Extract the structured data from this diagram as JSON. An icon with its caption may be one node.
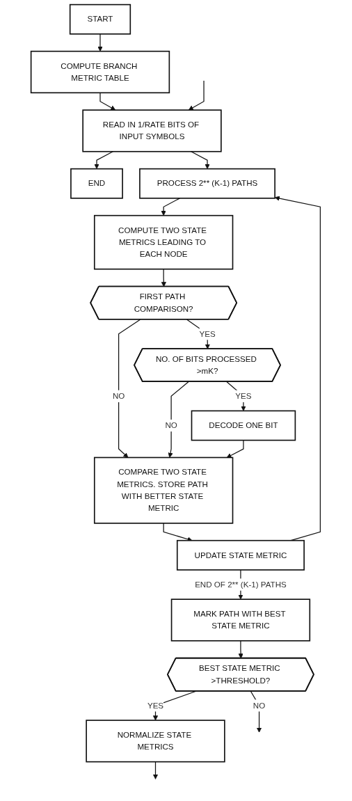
{
  "diagram": {
    "nodes": [
      {
        "text": [
          "START"
        ]
      },
      {
        "text": [
          "COMPUTE BRANCH METRIC TABLE"
        ]
      },
      {
        "text": [
          "READ IN 1/RATE BITS OF INPUT SYMBOLS"
        ]
      },
      {
        "text": [
          "END"
        ]
      },
      {
        "text": [
          "PROCESS 2** (K-1) PATHS"
        ]
      },
      {
        "text": [
          "COMPUTE TWO STATE METRICS LEADING TO EACH NODE"
        ]
      },
      {
        "text": [
          "FIRST PATH COMPARISON?"
        ]
      },
      {
        "text": [
          "NO. OF BITS PROCESSED >mK?"
        ]
      },
      {
        "text": [
          "DECODE ONE BIT"
        ]
      },
      {
        "text": [
          "COMPARE TWO STATE METRICS. STORE PATH WITH BETTER STATE METRIC"
        ]
      },
      {
        "text": [
          "UPDATE STATE METRIC"
        ]
      },
      {
        "text": [
          "MARK PATH WITH BEST STATE METRIC"
        ]
      },
      {
        "text": [
          "BEST STATE METRIC >THRESHOLD?"
        ]
      },
      {
        "text": [
          "NORMALIZE STATE METRICS"
        ]
      }
    ],
    "edges": [
      {
        "from": 0,
        "to": 1,
        "arrow": "to"
      },
      {
        "from": 1,
        "to": 2,
        "arrow": "to"
      },
      {
        "from": null,
        "to": 2,
        "arrow": "to"
      },
      {
        "from": 2,
        "to": 3,
        "arrow": "to"
      },
      {
        "from": 2,
        "to": 4,
        "arrow": "to"
      },
      {
        "from": 4,
        "to": 5,
        "arrow": "to"
      },
      {
        "from": 5,
        "to": 6,
        "arrow": "to"
      },
      {
        "from": 6,
        "to": 7,
        "arrow": "to",
        "label": "YES"
      },
      {
        "from": 6,
        "to": 9,
        "arrow": "to",
        "label": "NO"
      },
      {
        "from": 7,
        "to": 8,
        "arrow": "to",
        "label": "YES"
      },
      {
        "from": 7,
        "to": 9,
        "arrow": "to",
        "label": "NO"
      },
      {
        "from": 8,
        "to": 9,
        "arrow": "to"
      },
      {
        "from": 9,
        "to": 10,
        "arrow": "to"
      },
      {
        "from": 10,
        "to": 4,
        "arrow": "to"
      },
      {
        "from": 10,
        "to": 11,
        "arrow": "to",
        "label": "END OF 2** (K-1) PATHS"
      },
      {
        "from": 11,
        "to": 12,
        "arrow": "to"
      },
      {
        "from": 12,
        "to": 13,
        "arrow": "to",
        "label": "YES"
      },
      {
        "from": 12,
        "to": null,
        "arrow": "to",
        "label": "NO"
      },
      {
        "from": 13,
        "to": null,
        "arrow": "to"
      }
    ]
  }
}
